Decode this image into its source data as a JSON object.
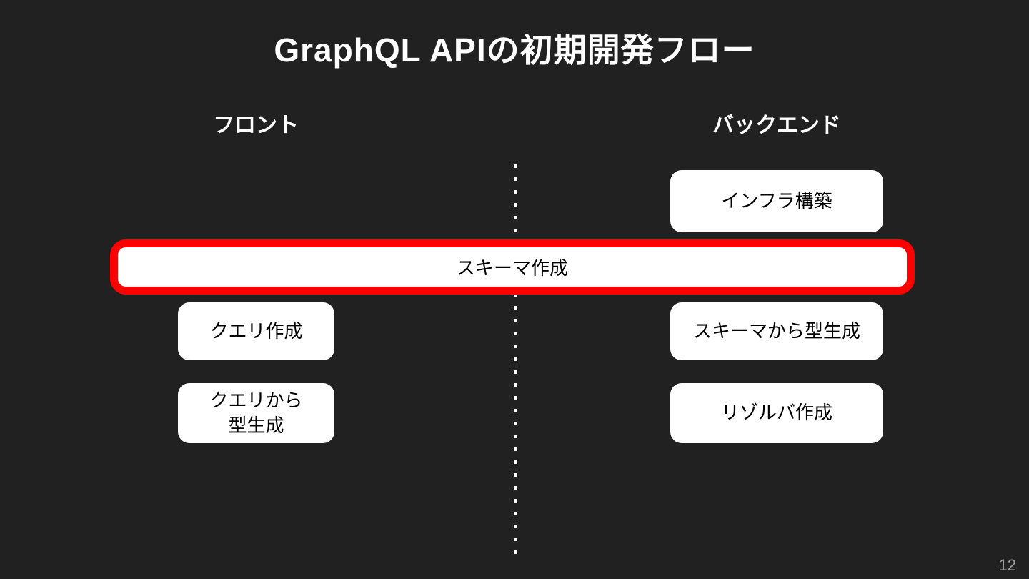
{
  "slide": {
    "title": "GraphQL APIの初期開発フロー",
    "page_number": "12",
    "columns": [
      {
        "id": "front",
        "label": "フロント"
      },
      {
        "id": "backend",
        "label": "バックエンド"
      }
    ],
    "flow": {
      "infra_label": "インフラ構築",
      "schema_label": "スキーマ作成",
      "query_create_label": "クエリ作成",
      "type_from_schema_label": "スキーマから型生成",
      "type_from_query_line1": "クエリから",
      "type_from_query_line2": "型生成",
      "resolver_label": "リゾルバ作成"
    },
    "colors": {
      "background": "#212121",
      "highlight_border": "#ff0000",
      "box_background": "#ffffff",
      "box_text": "#000000",
      "heading_text": "#ffffff",
      "divider_dots": "#ffffff",
      "page_number_text": "#9e9e9e"
    }
  }
}
